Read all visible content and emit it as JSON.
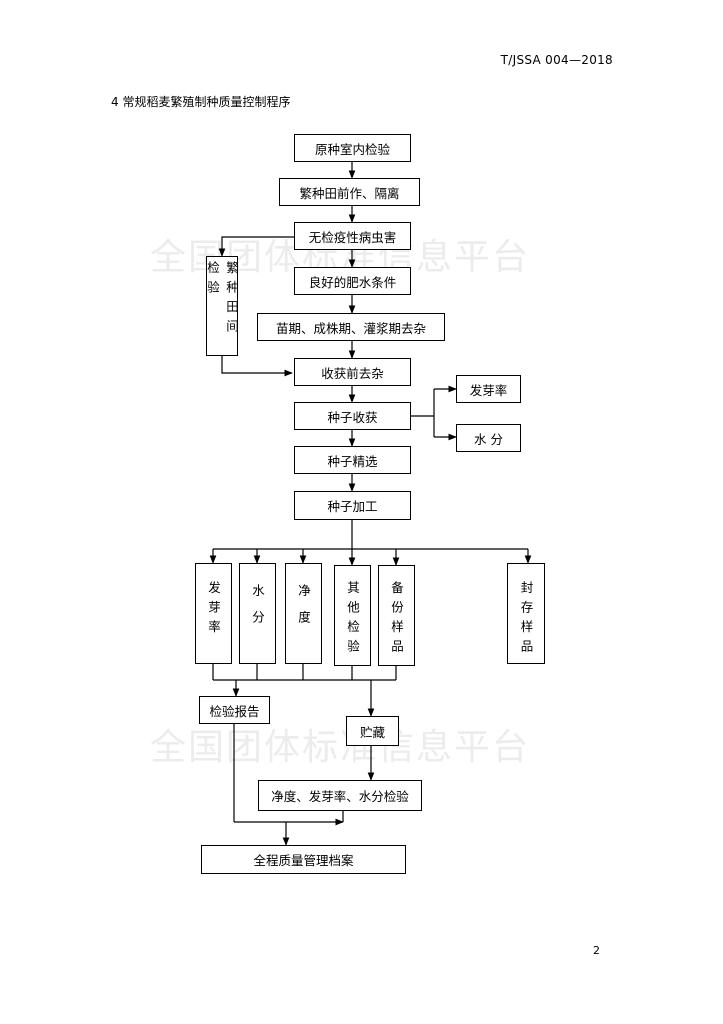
{
  "header": {
    "doc_code": "T/JSSA 004—2018"
  },
  "section": {
    "title": "4 常规稻麦繁殖制种质量控制程序"
  },
  "watermark": {
    "text": "全国团体标准信息平台"
  },
  "page": {
    "number": "2"
  },
  "flow": {
    "raw_seed_test": "原种室内检验",
    "pre_crop_isolation": "繁种田前作、隔离",
    "no_quarantine_pests": "无检疫性病虫害",
    "good_fertilizer_water": "良好的肥水条件",
    "rogue_growth_stages": "苗期、成株期、灌浆期去杂",
    "field_inspection": "繁种田间检验",
    "pre_harvest_rogue": "收获前去杂",
    "seed_harvest": "种子收获",
    "germination_rate": "发芽率",
    "moisture": "水 分",
    "seed_selection": "种子精选",
    "seed_processing": "种子加工",
    "tests": [
      "发芽率",
      "水分",
      "净度",
      "其他检验",
      "备份样品",
      "封存样品"
    ],
    "test_report": "检验报告",
    "storage": "贮藏",
    "storage_test": "净度、发芽率、水分检验",
    "quality_archive": "全程质量管理档案"
  }
}
